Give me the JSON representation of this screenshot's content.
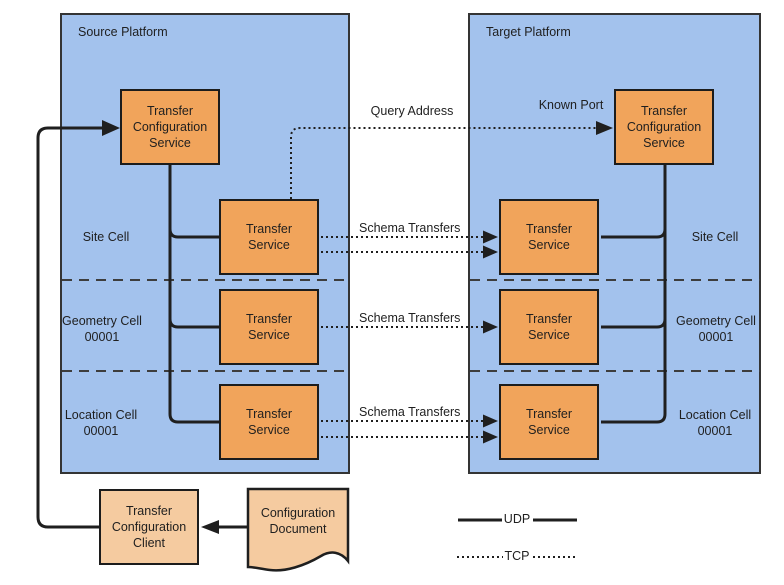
{
  "colors": {
    "platform": "#A3C2ED",
    "service": "#F1A45B",
    "artifact": "#F5CBA0",
    "line": "#1F1F1F",
    "divider": "#3D3D3D"
  },
  "source": {
    "title": "Source Platform",
    "config_service": "Transfer Configuration Service",
    "cells": [
      {
        "name": "Site Cell",
        "service": "Transfer Service"
      },
      {
        "name": "Geometry Cell 00001",
        "service": "Transfer Service"
      },
      {
        "name": "Location Cell 00001",
        "service": "Transfer Service"
      }
    ]
  },
  "target": {
    "title": "Target Platform",
    "config_service": "Transfer Configuration Service",
    "cells": [
      {
        "name": "Site Cell",
        "service": "Transfer Service"
      },
      {
        "name": "Geometry Cell 00001",
        "service": "Transfer Service"
      },
      {
        "name": "Location Cell 00001",
        "service": "Transfer Service"
      }
    ]
  },
  "edges": {
    "query_address": "Query Address",
    "known_port": "Known Port",
    "schema_site": "Schema Transfers",
    "schema_geometry": "Schema Transfers",
    "schema_location": "Schema Transfers"
  },
  "artifacts": {
    "client": "Transfer Configuration Client",
    "document": "Configuration Document"
  },
  "legend": {
    "udp": "UDP",
    "tcp": "TCP"
  }
}
